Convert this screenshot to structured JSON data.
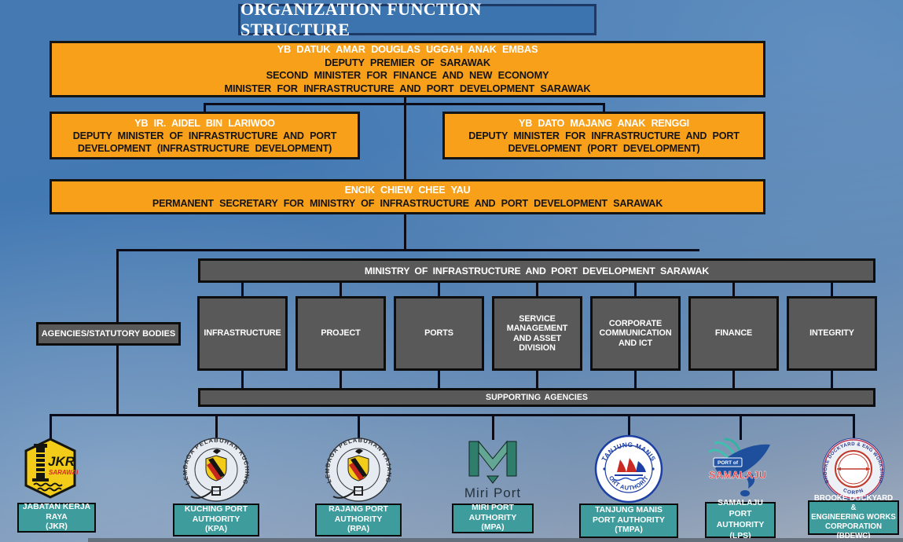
{
  "title": "ORGANIZATION FUNCTION STRUCTURE",
  "minister": {
    "name": "YB DATUK AMAR DOUGLAS UGGAH ANAK EMBAS",
    "role1": "DEPUTY PREMIER OF SARAWAK",
    "role2": "SECOND MINISTER FOR FINANCE AND NEW ECONOMY",
    "role3": "MINISTER FOR INFRASTRUCTURE AND PORT DEVELOPMENT SARAWAK"
  },
  "deputies": {
    "left": {
      "name": "YB IR. AIDEL BIN LARIWOO",
      "role": "DEPUTY MINISTER OF INFRASTRUCTURE AND PORT DEVELOPMENT (INFRASTRUCTURE DEVELOPMENT)"
    },
    "right": {
      "name": "YB DATO MAJANG ANAK RENGGI",
      "role": "DEPUTY MINISTER FOR INFRASTRUCTURE AND PORT DEVELOPMENT (PORT DEVELOPMENT)"
    }
  },
  "secretary": {
    "name": "ENCIK CHIEW CHEE YAU",
    "role": "PERMANENT SECRETARY FOR MINISTRY OF INFRASTRUCTURE AND PORT DEVELOPMENT SARAWAK"
  },
  "ministry_label": "MINISTRY OF INFRASTRUCTURE AND PORT DEVELOPMENT SARAWAK",
  "divisions": [
    "INFRASTRUCTURE",
    "PROJECT",
    "PORTS",
    "SERVICE MANAGEMENT AND ASSET DIVISION",
    "CORPORATE COMMUNICATION AND ICT",
    "FINANCE",
    "INTEGRITY"
  ],
  "supporting_label": "SUPPORTING AGENCIES",
  "agencies_header": "AGENCIES/STATUTORY BODIES",
  "agencies": [
    {
      "id": "jkr",
      "lines": [
        "JABATAN KERJA",
        "RAYA",
        "(JKR)"
      ],
      "logo": {
        "text1": "JKR",
        "text2": "SARAWAK"
      }
    },
    {
      "id": "kpa",
      "lines": [
        "KUCHING PORT",
        "AUTHORITY",
        "(KPA)"
      ],
      "logo": {
        "seal_text": "LEMBAGA PELABUHAN KUCHING"
      }
    },
    {
      "id": "rpa",
      "lines": [
        "RAJANG PORT",
        "AUTHORITY",
        "(RPA)"
      ],
      "logo": {
        "seal_text": "LEMBAGA PELABUHAN RAJANG"
      }
    },
    {
      "id": "mpa",
      "lines": [
        "MIRI PORT",
        "AUTHORITY",
        "(MPA)"
      ],
      "logo": {
        "text": "Miri Port"
      }
    },
    {
      "id": "tmpa",
      "lines": [
        "TANJUNG MANIS",
        "PORT AUTHORITY",
        "(TMPA)"
      ],
      "logo": {
        "top": "TANJUNG MANIS",
        "bottom": "PORT AUTHORITY"
      }
    },
    {
      "id": "lps",
      "lines": [
        "SAMALAJU",
        "PORT AUTHORITY",
        "(LPS)"
      ],
      "logo": {
        "small": "PORT of",
        "main": "SAMALAJU"
      }
    },
    {
      "id": "bdewc",
      "lines": [
        "BROOKE DOCKYARD &",
        "ENGINEERING WORKS",
        "CORPORATION (BDEWC)"
      ],
      "logo": {
        "top": "BROOKE DOCKYARD & ENG WORKSHOP",
        "bottom": "CORPN"
      }
    }
  ],
  "colors": {
    "accent_orange": "#F9A01B",
    "box_gray": "#595959",
    "label_teal": "#3E9C9D",
    "title_blue": "#3C74B0",
    "connector": "#0C0C18"
  }
}
